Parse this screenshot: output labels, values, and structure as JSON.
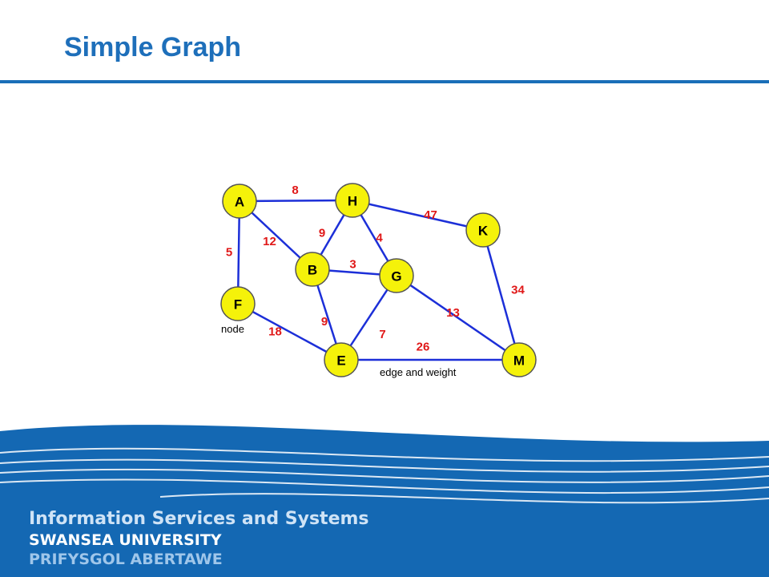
{
  "slide": {
    "title": "Simple Graph"
  },
  "graph": {
    "nodes": [
      {
        "id": "A",
        "label": "A"
      },
      {
        "id": "H",
        "label": "H"
      },
      {
        "id": "K",
        "label": "K"
      },
      {
        "id": "B",
        "label": "B"
      },
      {
        "id": "G",
        "label": "G"
      },
      {
        "id": "F",
        "label": "F"
      },
      {
        "id": "E",
        "label": "E"
      },
      {
        "id": "M",
        "label": "M"
      }
    ],
    "edges": [
      {
        "from": "A",
        "to": "H",
        "weight": "8"
      },
      {
        "from": "H",
        "to": "K",
        "weight": "47"
      },
      {
        "from": "A",
        "to": "F",
        "weight": "5"
      },
      {
        "from": "A",
        "to": "B",
        "weight": "12"
      },
      {
        "from": "H",
        "to": "B",
        "weight": "9"
      },
      {
        "from": "H",
        "to": "G",
        "weight": "4"
      },
      {
        "from": "B",
        "to": "G",
        "weight": "3"
      },
      {
        "from": "K",
        "to": "M",
        "weight": "34"
      },
      {
        "from": "B",
        "to": "E",
        "weight": "9"
      },
      {
        "from": "G",
        "to": "M",
        "weight": "13"
      },
      {
        "from": "F",
        "to": "E",
        "weight": "18"
      },
      {
        "from": "G",
        "to": "E",
        "weight": "7"
      },
      {
        "from": "E",
        "to": "M",
        "weight": "26"
      }
    ],
    "annotations": {
      "node": "node",
      "edge": "edge and weight"
    },
    "colors": {
      "node_fill": "#f5f20a",
      "node_stroke": "#555555",
      "edge": "#1c2fd8",
      "weight": "#e01818",
      "label": "#000000"
    }
  },
  "footer": {
    "line1": "Information Services and Systems",
    "line2": "SWANSEA UNIVERSITY",
    "line3": "PRIFYSGOL ABERTAWE",
    "colors": {
      "band": "#1468b3",
      "wave": "#ffffff"
    }
  }
}
